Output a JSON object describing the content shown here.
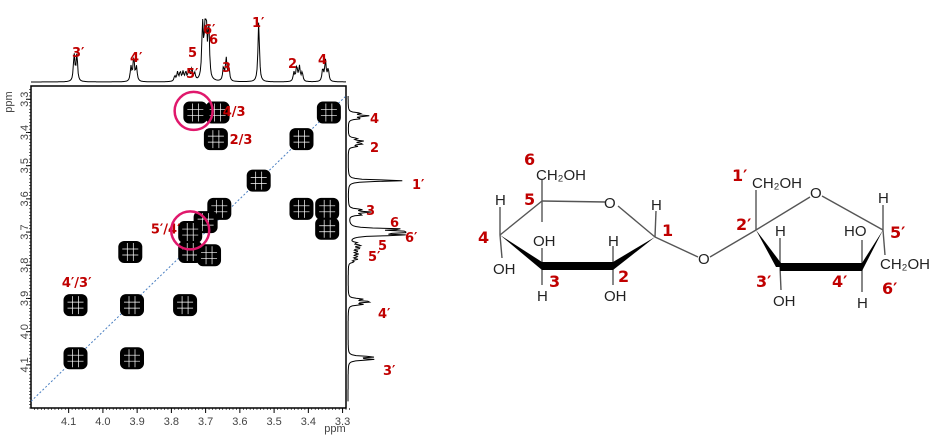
{
  "chart_data": {
    "type": "2D NMR COSY contour plot",
    "xlabel": "ppm",
    "ylabel": "ppm",
    "xlim": [
      4.21,
      3.29
    ],
    "ylim": [
      3.26,
      4.23
    ],
    "x_ticks": [
      "4.1",
      "4.0",
      "3.9",
      "3.8",
      "3.7",
      "3.6",
      "3.5",
      "3.4",
      "3.3"
    ],
    "y_ticks": [
      "3.3",
      "3.4",
      "3.5",
      "3.6",
      "3.7",
      "3.8",
      "3.9",
      "4.0",
      "4.1"
    ],
    "x_tick_values": [
      4.1,
      4.0,
      3.9,
      3.8,
      3.7,
      3.6,
      3.5,
      3.4,
      3.3
    ],
    "y_tick_values": [
      3.3,
      3.4,
      3.5,
      3.6,
      3.7,
      3.8,
      3.9,
      4.0,
      4.1
    ],
    "spectrum_peaks": [
      {
        "label": "3′",
        "ppm": 4.08,
        "height": 0.45,
        "mult": 2
      },
      {
        "label": "4′",
        "ppm": 3.91,
        "height": 0.4,
        "mult": 3
      },
      {
        "label": "5′",
        "ppm": 3.77,
        "height": 0.15,
        "mult": 6
      },
      {
        "label": "5",
        "ppm": 3.74,
        "height": 0.2,
        "mult": 3
      },
      {
        "label": "6′",
        "ppm": 3.705,
        "height": 0.95,
        "mult": 2
      },
      {
        "label": "6",
        "ppm": 3.695,
        "height": 0.9,
        "mult": 2
      },
      {
        "label": "3",
        "ppm": 3.64,
        "height": 0.38,
        "mult": 3
      },
      {
        "label": "1′",
        "ppm": 3.545,
        "height": 1.0,
        "mult": 1
      },
      {
        "label": "2",
        "ppm": 3.43,
        "height": 0.25,
        "mult": 4
      },
      {
        "label": "4",
        "ppm": 3.35,
        "height": 0.35,
        "mult": 3
      }
    ],
    "cross_peaks": [
      {
        "x": 3.34,
        "y": 3.34
      },
      {
        "x": 3.42,
        "y": 3.42
      },
      {
        "x": 3.545,
        "y": 3.545
      },
      {
        "x": 3.73,
        "y": 3.34
      },
      {
        "x": 3.665,
        "y": 3.34
      },
      {
        "x": 3.67,
        "y": 3.42
      },
      {
        "x": 3.66,
        "y": 3.63
      },
      {
        "x": 3.42,
        "y": 3.63
      },
      {
        "x": 3.345,
        "y": 3.63
      },
      {
        "x": 3.345,
        "y": 3.69
      },
      {
        "x": 3.7,
        "y": 3.67
      },
      {
        "x": 3.745,
        "y": 3.7
      },
      {
        "x": 3.745,
        "y": 3.76
      },
      {
        "x": 3.69,
        "y": 3.77
      },
      {
        "x": 3.92,
        "y": 3.76
      },
      {
        "x": 4.08,
        "y": 3.92
      },
      {
        "x": 3.915,
        "y": 3.92
      },
      {
        "x": 3.76,
        "y": 3.92
      },
      {
        "x": 4.08,
        "y": 4.08
      },
      {
        "x": 3.915,
        "y": 4.08
      }
    ],
    "annotations": [
      {
        "text": "4/3",
        "x": 3.65,
        "y": 3.335,
        "circled": true,
        "cx": 3.735,
        "cy": 3.335
      },
      {
        "text": "2/3",
        "x": 3.63,
        "y": 3.42,
        "circled": false
      },
      {
        "text": "5′/4′",
        "x": 3.86,
        "y": 3.69,
        "circled": true,
        "cx": 3.745,
        "cy": 3.695
      },
      {
        "text": "4′/3′",
        "x": 4.12,
        "y": 3.85,
        "circled": false
      }
    ]
  },
  "structure": {
    "glucose": {
      "ch2oh": "CH₂OH",
      "h4": "H",
      "oh4": "OH",
      "oh3": "OH",
      "h3": "H",
      "h2": "H",
      "oh2": "OH",
      "h1": "H",
      "ring_o": "O",
      "n6": "6",
      "n5": "5",
      "n4": "4",
      "n3": "3",
      "n2": "2",
      "n1": "1"
    },
    "glycosidic_o": "O",
    "fructose": {
      "ch2oh1": "CH₂OH",
      "ring_o": "O",
      "h5": "H",
      "h3": "H",
      "oh3": "OH",
      "ho4": "HO",
      "h4": "H",
      "ch2oh6": "CH₂OH",
      "n1": "1′",
      "n2": "2′",
      "n3": "3′",
      "n4": "4′",
      "n5": "5′",
      "n6": "6′"
    }
  }
}
